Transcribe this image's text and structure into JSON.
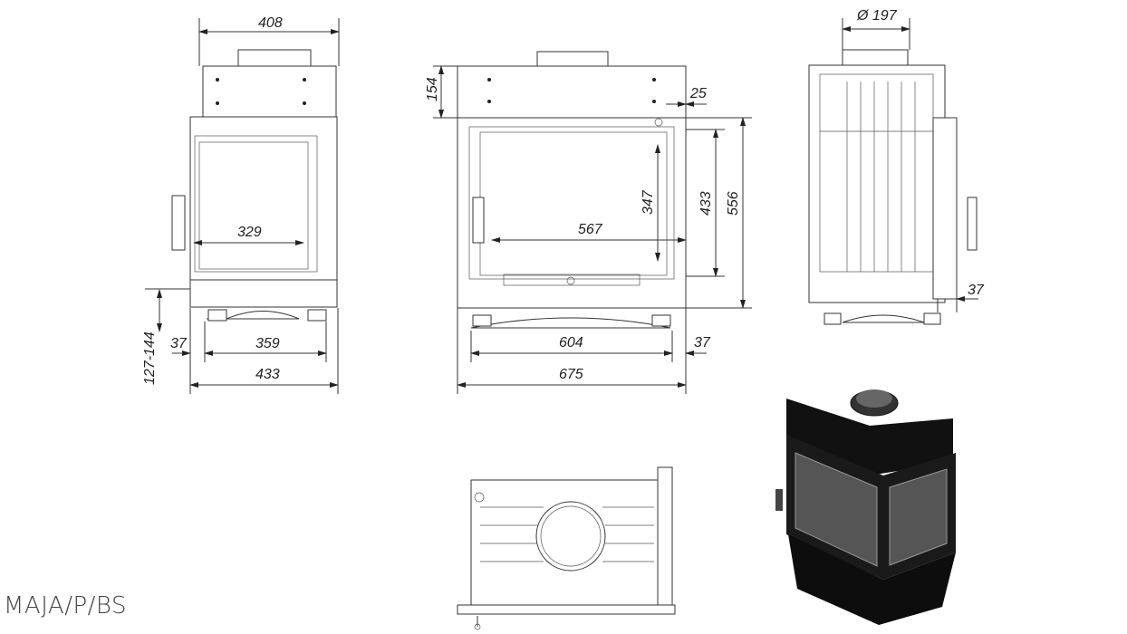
{
  "model": "MAJA/P/BS",
  "front_view": {
    "width_top": "408",
    "glass_width": "329",
    "offset": "37",
    "feet_span": "359",
    "width_bottom": "433",
    "height_range": "127-144"
  },
  "front_wide_view": {
    "top_height": "154",
    "offset_top": "25",
    "glass_height": "347",
    "glass_width": "567",
    "door_height": "433",
    "total_height": "556",
    "feet_span": "604",
    "offset": "37",
    "total_width": "675"
  },
  "side_view": {
    "flue_diameter": "Ø 197",
    "offset": "37"
  }
}
